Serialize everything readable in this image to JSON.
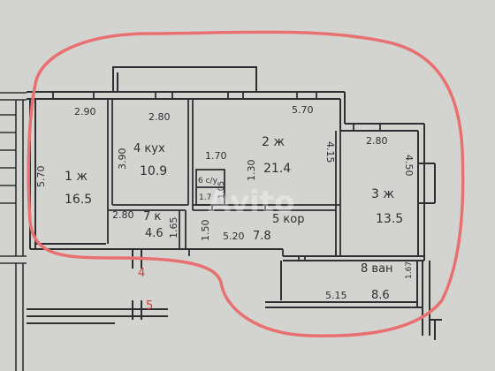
{
  "colors": {
    "paper": "#d3d4d0",
    "line": "#2e2e33",
    "outline": "#e87070",
    "accent": "#d23a3a"
  },
  "rooms": [
    {
      "id": "room-1",
      "number": "1 ж",
      "area": "16.5",
      "width": "2.90",
      "length": "5.70"
    },
    {
      "id": "room-4",
      "number": "4 кух",
      "area": "10.9",
      "width": "2.80",
      "length": "3.90"
    },
    {
      "id": "room-2",
      "number": "2 ж",
      "area": "21.4",
      "width": "5.70",
      "side": "4.15"
    },
    {
      "id": "room-3",
      "number": "3 ж",
      "area": "13.5",
      "width": "2.80",
      "length": "4.50"
    },
    {
      "id": "room-5",
      "number": "5 кор",
      "area": "7.8",
      "length": "5.20"
    },
    {
      "id": "room-7",
      "number": "7 к",
      "area": "4.6",
      "width": "2.80",
      "side": "1.65"
    },
    {
      "id": "room-6",
      "number": "6 с/у",
      "area": "1.7",
      "side": "1.05"
    },
    {
      "id": "room-8",
      "number": "8 ван",
      "area": "8.6",
      "length": "5.15",
      "side": "1.67"
    }
  ],
  "extra_dims": {
    "d_170": "1.70",
    "d_130": "1.30",
    "d_150": "1.50"
  },
  "annotations": {
    "red_4": "4",
    "red_5": "5"
  },
  "watermark": "Avito"
}
